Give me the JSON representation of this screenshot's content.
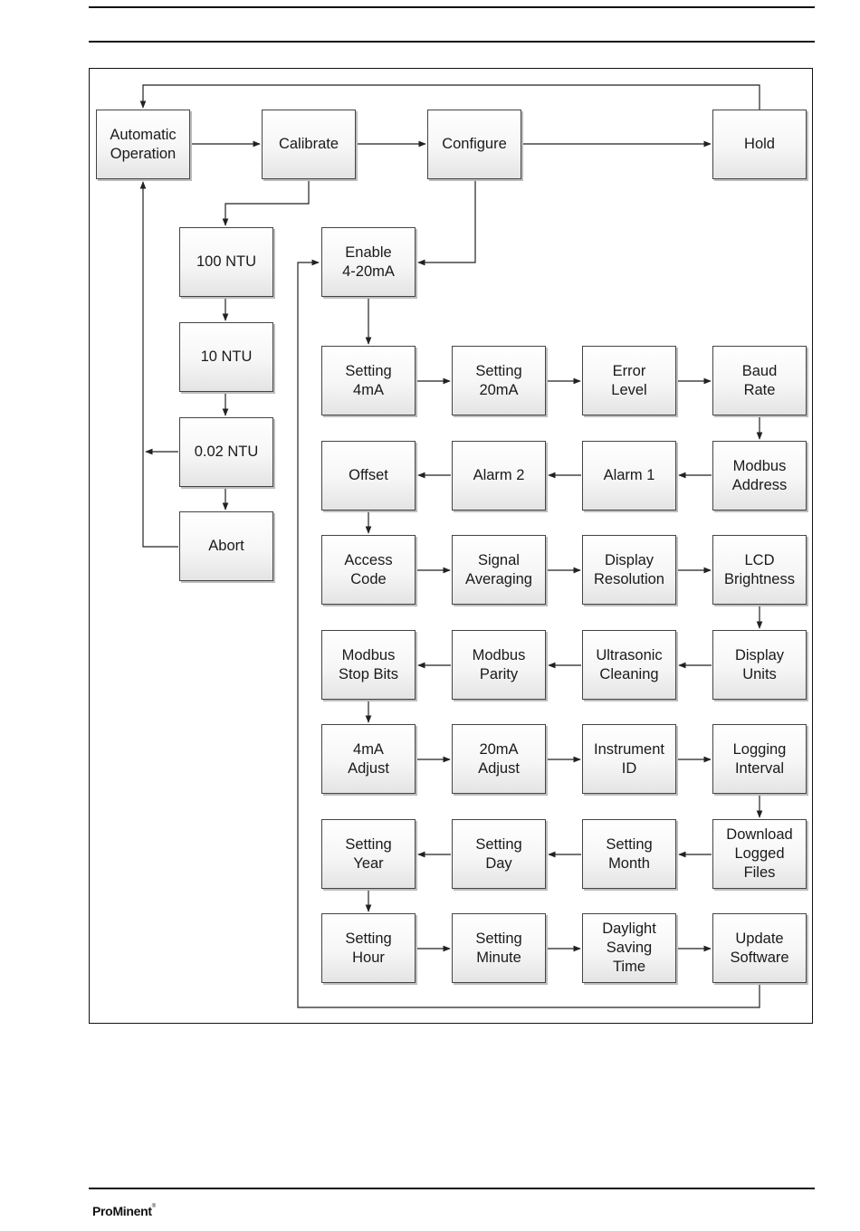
{
  "brand": {
    "logo_text": "ProMinent",
    "logo_mark": "®"
  },
  "menu": {
    "automatic_operation": "Automatic\nOperation",
    "calibrate": "Calibrate",
    "configure": "Configure",
    "hold": "Hold",
    "ntu_100": "100 NTU",
    "ntu_10": "10 NTU",
    "ntu_002": "0.02 NTU",
    "abort": "Abort",
    "enable_4_20ma": "Enable\n4-20mA",
    "setting_4ma": "Setting\n4mA",
    "setting_20ma": "Setting\n20mA",
    "error_level": "Error\nLevel",
    "baud_rate": "Baud\nRate",
    "modbus_address": "Modbus\nAddress",
    "alarm_1": "Alarm 1",
    "alarm_2": "Alarm 2",
    "offset": "Offset",
    "access_code": "Access\nCode",
    "signal_averaging": "Signal\nAveraging",
    "display_resolution": "Display\nResolution",
    "lcd_brightness": "LCD\nBrightness",
    "display_units": "Display\nUnits",
    "ultrasonic_cleaning": "Ultrasonic\nCleaning",
    "modbus_parity": "Modbus\nParity",
    "modbus_stop_bits": "Modbus\nStop Bits",
    "adjust_4ma": "4mA\nAdjust",
    "adjust_20ma": "20mA\nAdjust",
    "instrument_id": "Instrument\nID",
    "logging_interval": "Logging\nInterval",
    "download_logged_files": "Download\nLogged\nFiles",
    "setting_month": "Setting\nMonth",
    "setting_day": "Setting\nDay",
    "setting_year": "Setting\nYear",
    "setting_hour": "Setting\nHour",
    "setting_minute": "Setting\nMinute",
    "daylight_saving_time": "Daylight\nSaving\nTime",
    "update_software": "Update\nSoftware"
  }
}
